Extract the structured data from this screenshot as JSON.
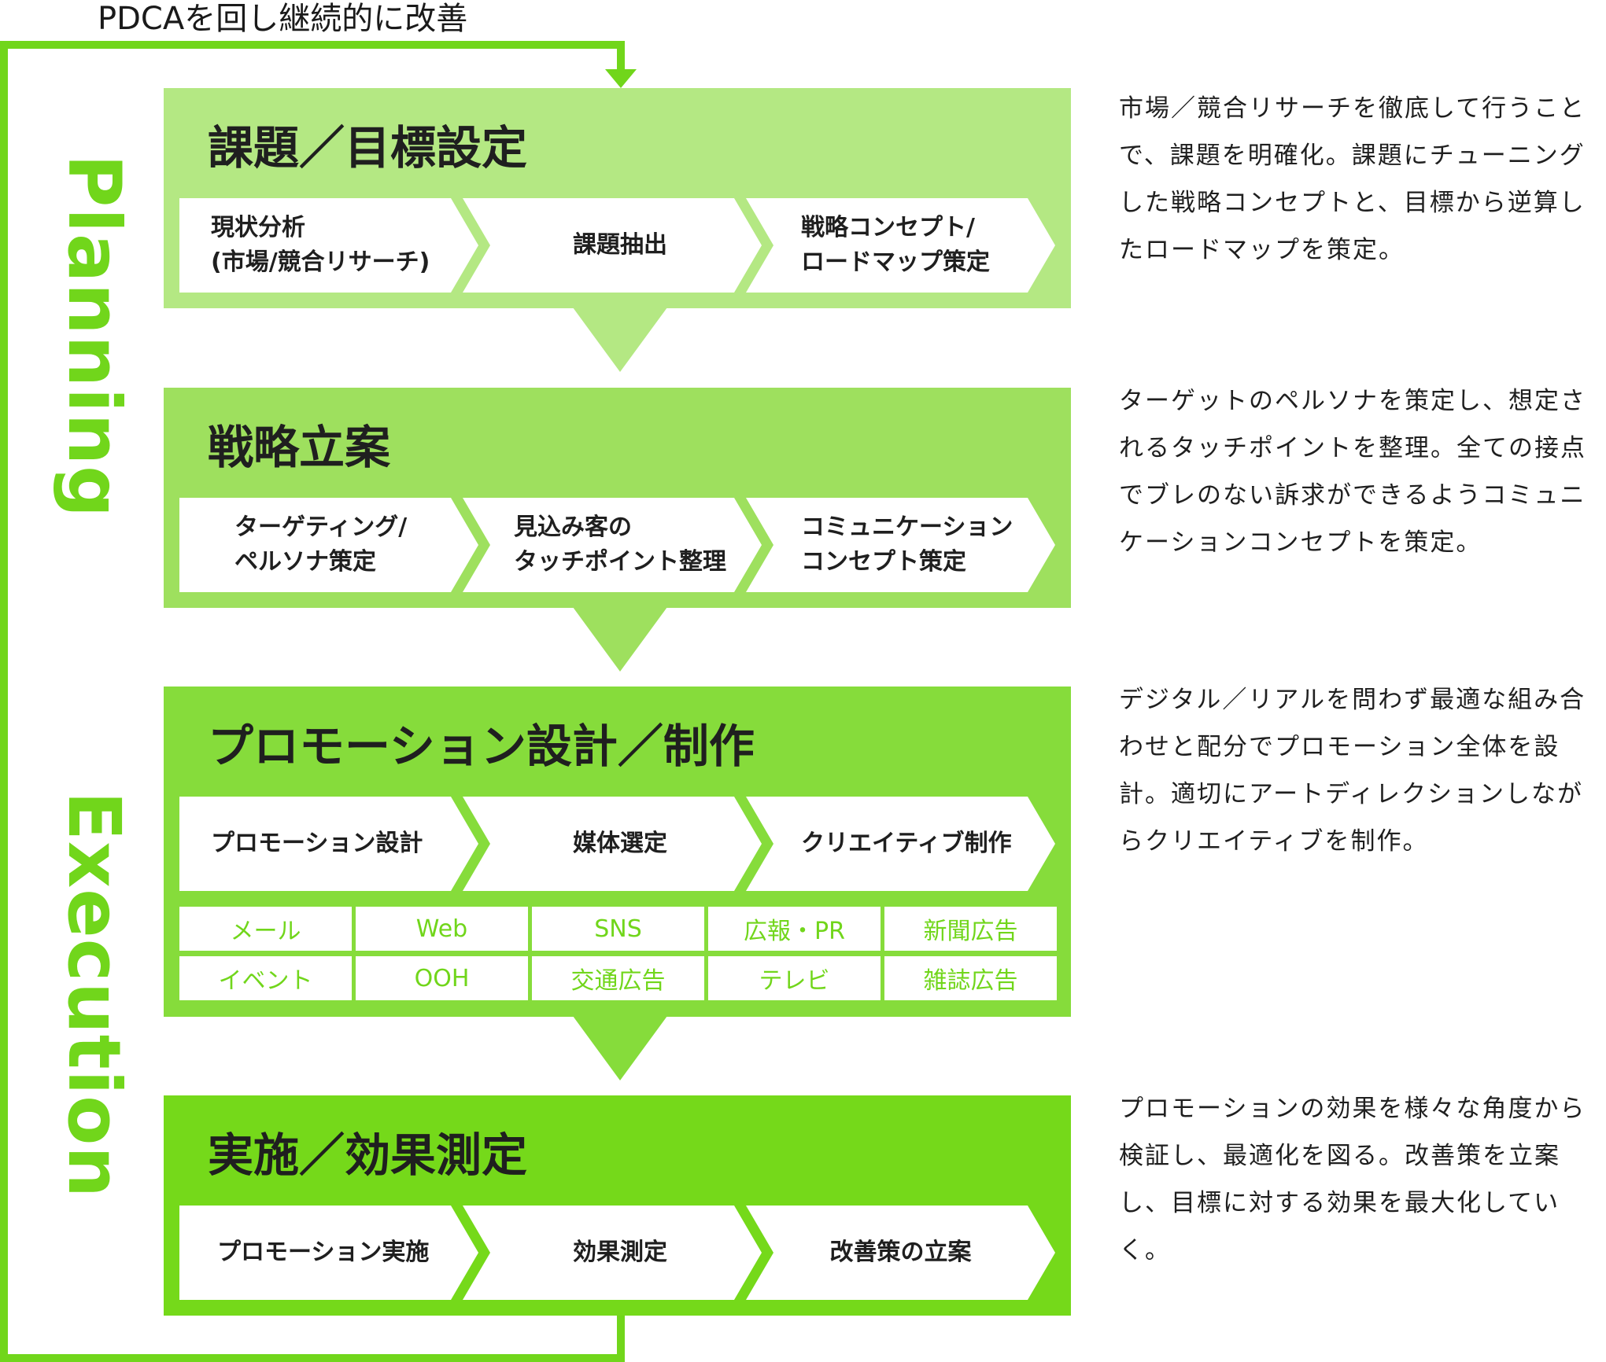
{
  "loop": {
    "title": "PDCAを回し継続的に改善",
    "planning_label": "Planning",
    "execution_label": "Execution"
  },
  "colors": {
    "loop_green": "#71d61b",
    "stage1": "#b4e883",
    "stage2": "#9ee05e",
    "stage3": "#86dc3b",
    "stage4": "#75d91a"
  },
  "stages": [
    {
      "title": "課題／目標設定",
      "steps": [
        "現状分析\n(市場/競合リサーチ)",
        "課題抽出",
        "戦略コンセプト/\nロードマップ策定"
      ],
      "description": "市場／競合リサーチを徹底して行うことで、課題を明確化。課題にチューニングした戦略コンセプトと、目標から逆算したロードマップを策定。"
    },
    {
      "title": "戦略立案",
      "steps": [
        "ターゲティング/\nペルソナ策定",
        "見込み客の\nタッチポイント整理",
        "コミュニケーション\nコンセプト策定"
      ],
      "description": "ターゲットのペルソナを策定し、想定されるタッチポイントを整理。全ての接点でブレのない訴求ができるようコミュニケーションコンセプトを策定。"
    },
    {
      "title": "プロモーション設計／制作",
      "steps": [
        "プロモーション設計",
        "媒体選定",
        "クリエイティブ制作"
      ],
      "media": [
        "メール",
        "Web",
        "SNS",
        "広報・PR",
        "新聞広告",
        "イベント",
        "OOH",
        "交通広告",
        "テレビ",
        "雑誌広告"
      ],
      "description": "デジタル／リアルを問わず最適な組み合わせと配分でプロモーション全体を設計。適切にアートディレクションしながらクリエイティブを制作。"
    },
    {
      "title": "実施／効果測定",
      "steps": [
        "プロモーション実施",
        "効果測定",
        "改善策の立案"
      ],
      "description": "プロモーションの効果を様々な角度から検証し、最適化を図る。改善策を立案し、目標に対する効果を最大化していく。"
    }
  ]
}
